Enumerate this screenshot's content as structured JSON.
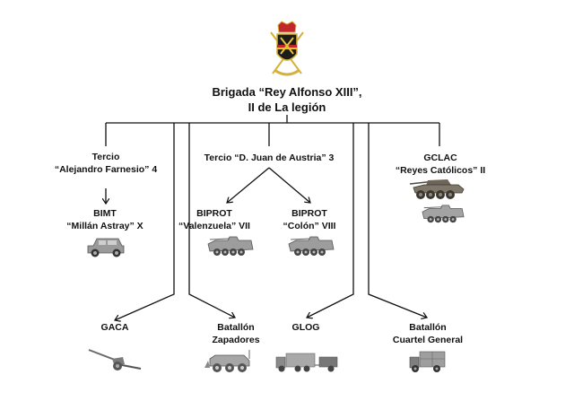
{
  "title": {
    "line1": "Brigada “Rey Alfonso XIII”,",
    "line2": "II de La legión"
  },
  "emblem": "brigade-coat-of-arms",
  "units": {
    "tercio_farnesio": {
      "line1": "Tercio",
      "line2": "“Alejandro Farnesio” 4"
    },
    "bimt": {
      "line1": "BIMT",
      "line2": "“Millán Astray” X",
      "vehicle": "utility-4x4-vehicle"
    },
    "tercio_austria": {
      "line1": "Tercio “D. Juan de Austria” 3"
    },
    "biprot_valenzuela": {
      "line1": "BIPROT",
      "line2": "“Valenzuela” VII",
      "vehicle": "wheeled-apc"
    },
    "biprot_colon": {
      "line1": "BIPROT",
      "line2": "“Colón” VIII",
      "vehicle": "wheeled-apc"
    },
    "gclac": {
      "line1": "GCLAC",
      "line2": "“Reyes Católicos” II",
      "vehicles": [
        "wheeled-tank-destroyer",
        "wheeled-apc"
      ]
    },
    "gaca": {
      "line1": "GACA",
      "vehicle": "towed-howitzer"
    },
    "zapadores": {
      "line1": "Batallón",
      "line2": "Zapadores",
      "vehicle": "engineer-vehicle"
    },
    "glog": {
      "line1": "GLOG",
      "vehicle": "truck-with-trailer"
    },
    "cuartel": {
      "line1": "Batallón",
      "line2": "Cuartel General",
      "vehicle": "light-truck"
    }
  }
}
